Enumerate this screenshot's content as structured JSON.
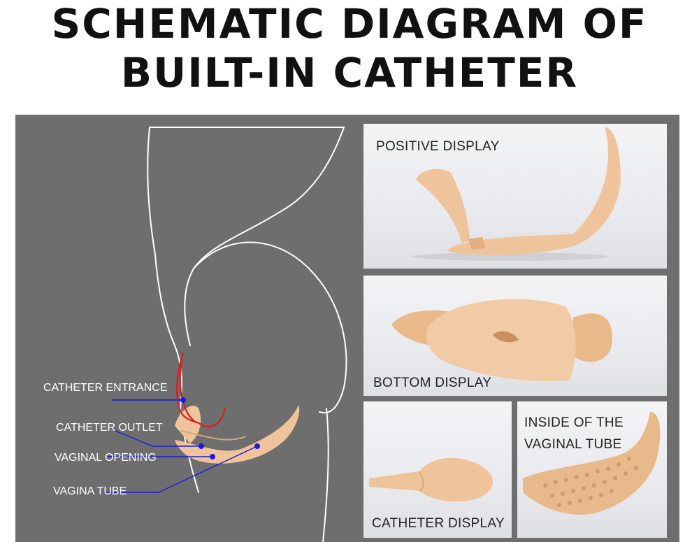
{
  "title": {
    "line1": "SCHEMATIC DIAGRAM OF",
    "line2": "BUILT-IN CATHETER"
  },
  "diagram": {
    "labels": [
      "CATHETER ENTRANCE",
      "CATHETER OUTLET",
      "VAGINAL OPENING",
      "VAGINA TUBE"
    ],
    "pointer_color": "#1a1adb",
    "catheter_color": "#d81e1e"
  },
  "photos": {
    "positive": "POSITIVE DISPLAY",
    "bottom": "BOTTOM DISPLAY",
    "catheter": "CATHETER DISPLAY",
    "inside_line1": "INSIDE OF THE",
    "inside_line2": "VAGINAL TUBE"
  },
  "colors": {
    "panel": "#6e6e6e",
    "product": "#efc49b"
  }
}
